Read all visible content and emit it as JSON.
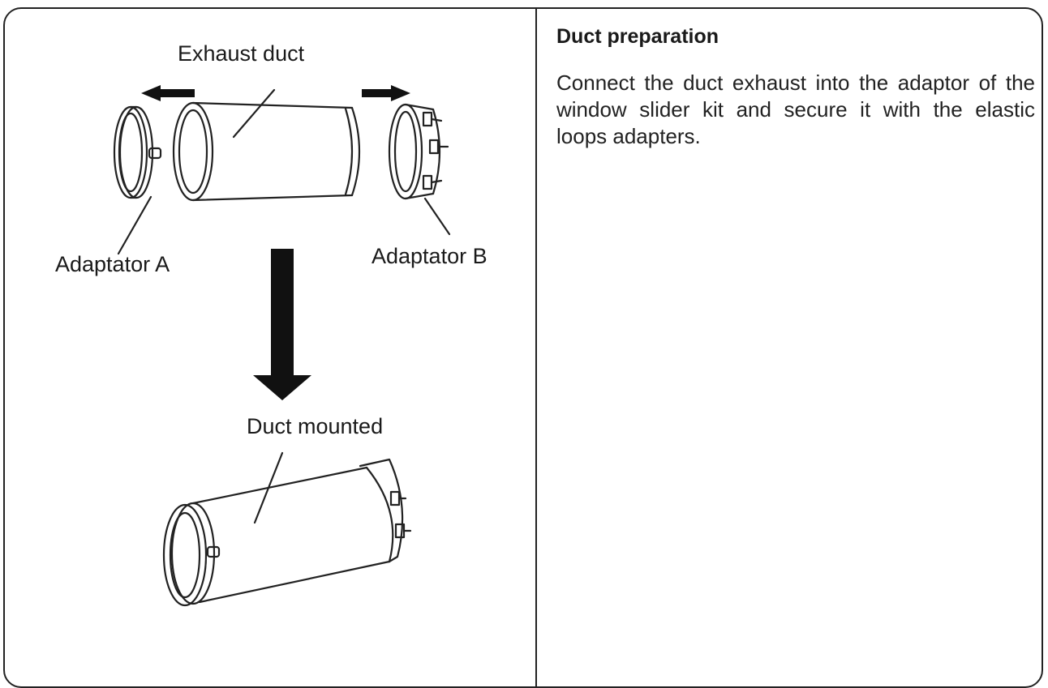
{
  "labels": {
    "exhaust_duct": "Exhaust duct",
    "adaptator_a": "Adaptator A",
    "adaptator_b": "Adaptator B",
    "duct_mounted": "Duct mounted"
  },
  "instructions": {
    "heading": "Duct preparation",
    "body": "Connect the duct exhaust into the adaptor of the window slider kit and secure it with the elastic loops adapters."
  }
}
